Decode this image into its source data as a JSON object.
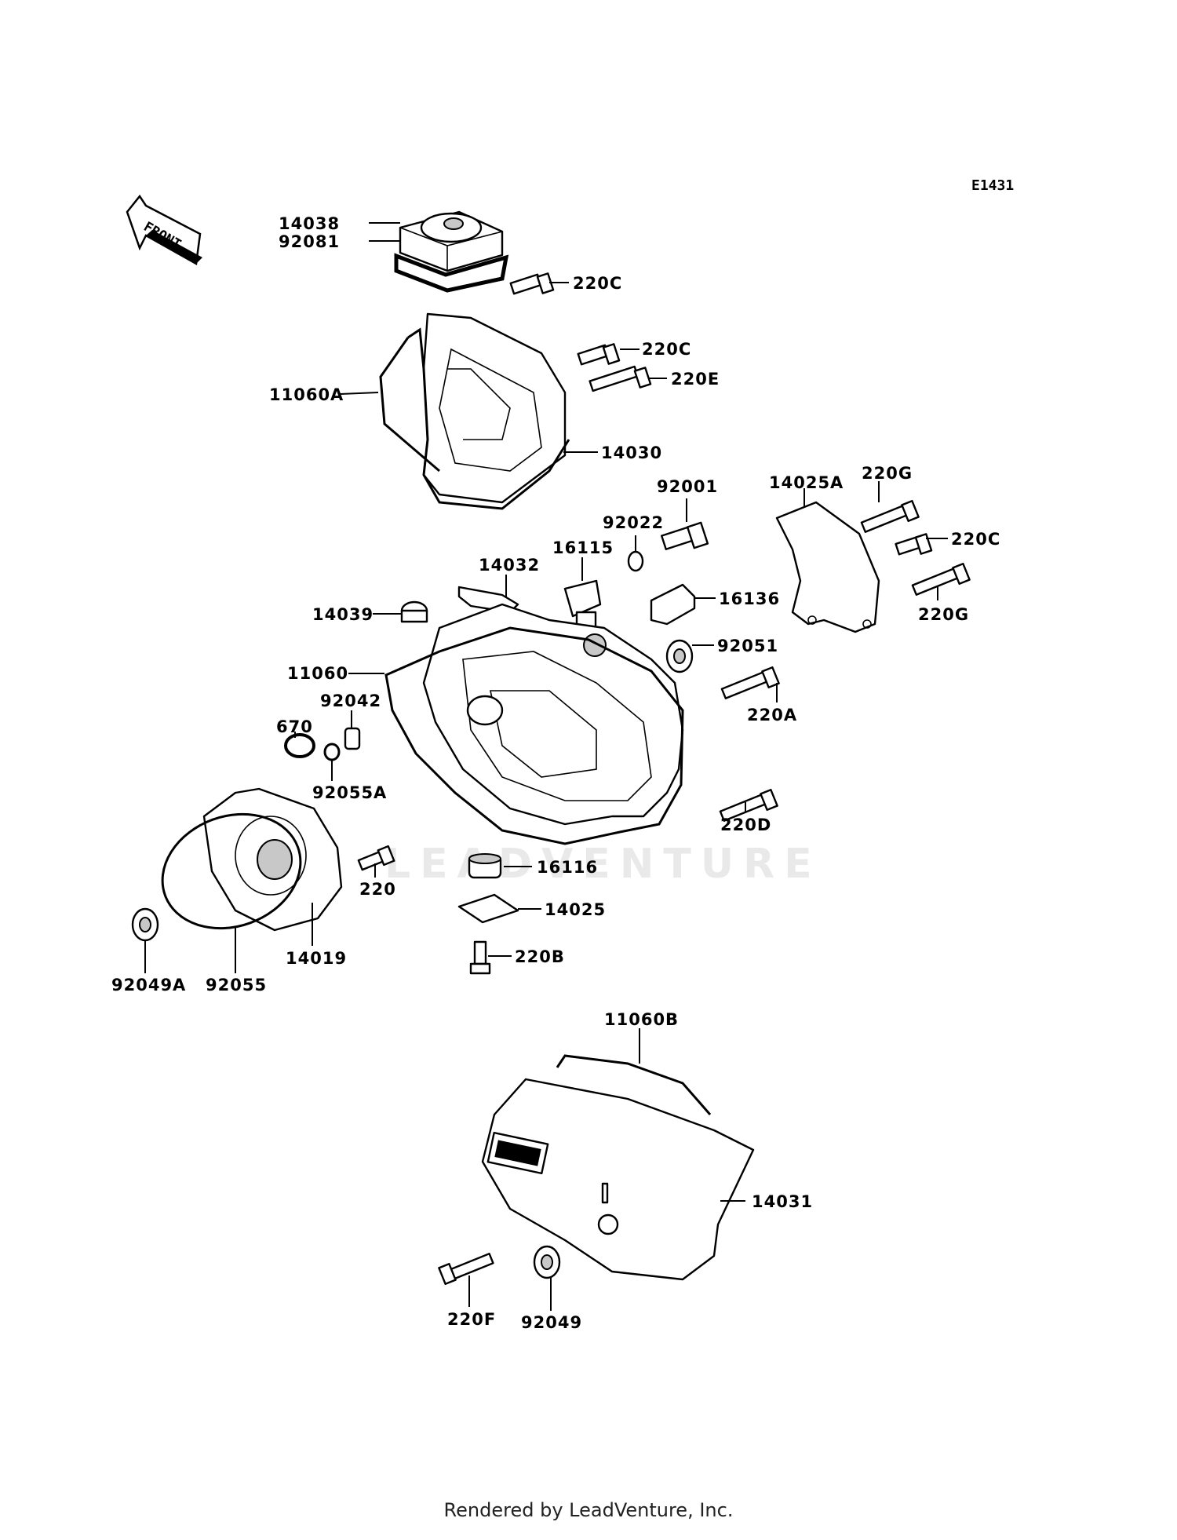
{
  "diagram_code": "E1431",
  "front_label": "FRONT",
  "watermark": "LEADVENTURE",
  "footer": "Rendered by LeadVenture, Inc.",
  "labels": {
    "p14038": "14038",
    "p92081": "92081",
    "p220C_a": "220C",
    "p220C_b": "220C",
    "p220E": "220E",
    "p11060A": "11060A",
    "p14030": "14030",
    "p92001": "92001",
    "p92022": "92022",
    "p16115": "16115",
    "p14032": "14032",
    "p14025A": "14025A",
    "p220G_a": "220G",
    "p220C_c": "220C",
    "p220G_b": "220G",
    "p16136": "16136",
    "p14039": "14039",
    "p92051": "92051",
    "p11060": "11060",
    "p220A": "220A",
    "p92042": "92042",
    "p670": "670",
    "p92055A": "92055A",
    "p220D": "220D",
    "p220": "220",
    "p16116": "16116",
    "p14025": "14025",
    "p220B": "220B",
    "p14019": "14019",
    "p92049A": "92049A",
    "p92055": "92055",
    "p11060B": "11060B",
    "p14031": "14031",
    "p220F": "220F",
    "p92049": "92049"
  }
}
